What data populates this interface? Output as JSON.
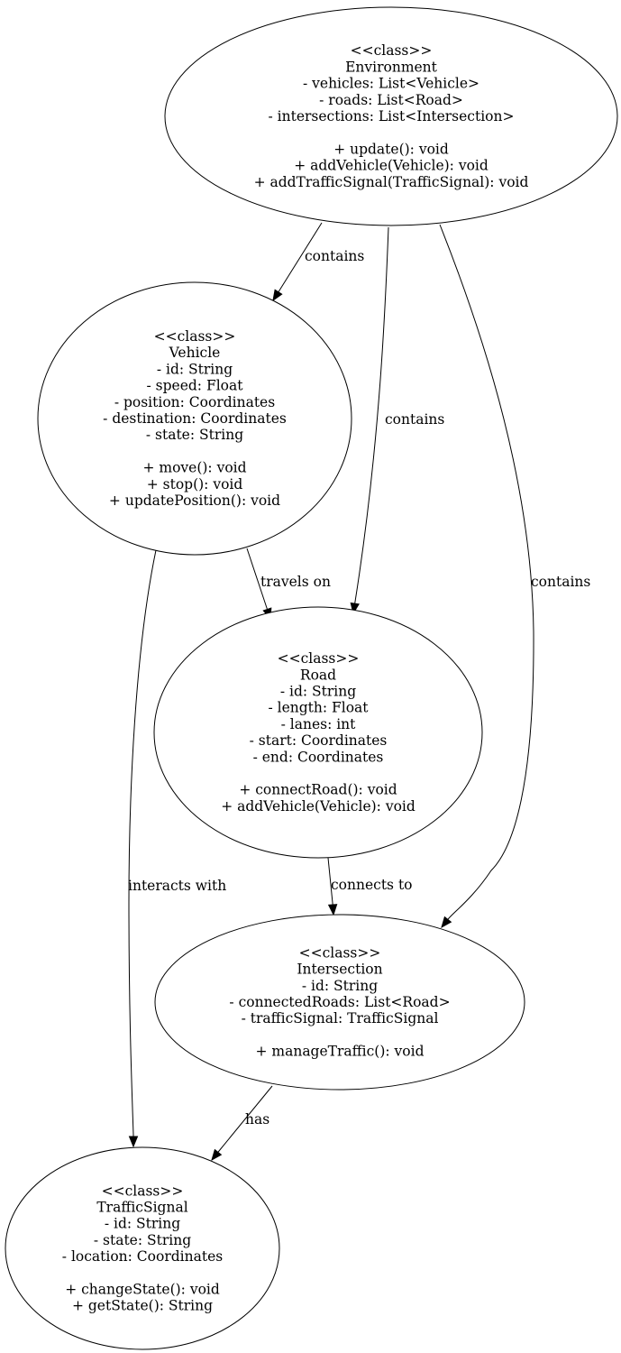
{
  "nodes": [
    {
      "id": "environment",
      "lines": [
        "<<class>>",
        "Environment",
        "- vehicles: List<Vehicle>",
        "- roads: List<Road>",
        "- intersections: List<Intersection>",
        "",
        "+ update(): void",
        "+ addVehicle(Vehicle): void",
        "+ addTrafficSignal(TrafficSignal): void"
      ]
    },
    {
      "id": "vehicle",
      "lines": [
        "<<class>>",
        "Vehicle",
        "- id: String",
        "- speed: Float",
        "- position: Coordinates",
        "- destination: Coordinates",
        "- state: String",
        "",
        "+ move(): void",
        "+ stop(): void",
        "+ updatePosition(): void"
      ]
    },
    {
      "id": "road",
      "lines": [
        "<<class>>",
        "Road",
        "- id: String",
        "- length: Float",
        "- lanes: int",
        "- start: Coordinates",
        "- end: Coordinates",
        "",
        "+ connectRoad(): void",
        "+ addVehicle(Vehicle): void"
      ]
    },
    {
      "id": "intersection",
      "lines": [
        "<<class>>",
        "Intersection",
        "- id: String",
        "- connectedRoads: List<Road>",
        "- trafficSignal: TrafficSignal",
        "",
        "+ manageTraffic(): void"
      ]
    },
    {
      "id": "trafficsignal",
      "lines": [
        "<<class>>",
        "TrafficSignal",
        "- id: String",
        "- state: String",
        "- location: Coordinates",
        "",
        "+ changeState(): void",
        "+ getState(): String"
      ]
    }
  ],
  "edges": [
    {
      "id": "env-vehicle",
      "from": "environment",
      "to": "vehicle",
      "label": "contains"
    },
    {
      "id": "env-road",
      "from": "environment",
      "to": "road",
      "label": "contains"
    },
    {
      "id": "env-intersection",
      "from": "environment",
      "to": "intersection",
      "label": "contains"
    },
    {
      "id": "vehicle-road",
      "from": "vehicle",
      "to": "road",
      "label": "travels on"
    },
    {
      "id": "vehicle-trafficsignal",
      "from": "vehicle",
      "to": "trafficsignal",
      "label": "interacts with"
    },
    {
      "id": "road-intersection",
      "from": "road",
      "to": "intersection",
      "label": "connects to"
    },
    {
      "id": "intersection-trafficsignal",
      "from": "intersection",
      "to": "trafficsignal",
      "label": "has"
    }
  ]
}
